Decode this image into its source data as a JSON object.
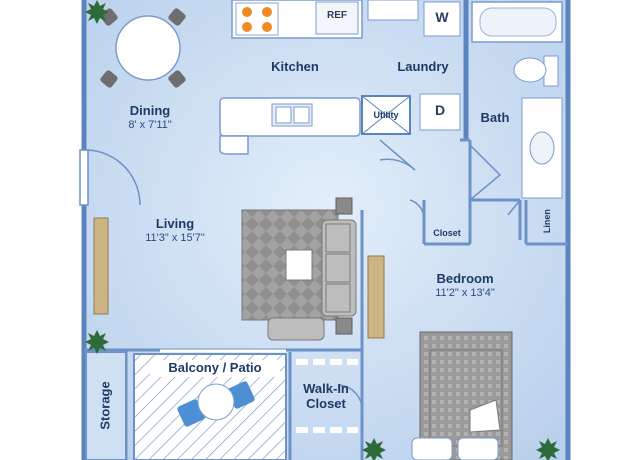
{
  "rooms": {
    "dining": {
      "name": "Dining",
      "dims": "8' x 7'11\""
    },
    "kitchen": {
      "name": "Kitchen"
    },
    "laundry": {
      "name": "Laundry"
    },
    "bath": {
      "name": "Bath"
    },
    "living": {
      "name": "Living",
      "dims": "11'3\" x 15'7\""
    },
    "bedroom": {
      "name": "Bedroom",
      "dims": "11'2\" x 13'4\""
    },
    "balcony": {
      "name": "Balcony / Patio"
    },
    "walkin": {
      "name": "Walk-In\nCloset"
    },
    "storage": {
      "name": "Storage"
    },
    "utility": {
      "name": "Utility"
    },
    "closet": {
      "name": "Closet"
    },
    "linen": {
      "name": "Linen"
    }
  },
  "appliances": {
    "ref": "REF",
    "washer": "W",
    "dryer": "D"
  },
  "colors": {
    "floor": "#cfe0f3",
    "wall": "#5b84be",
    "furniture": "#ffffff",
    "sofa": "#a8a8a8",
    "burner": "#f08a24",
    "wood": "#cdb483"
  },
  "icons": [
    "plant-icon",
    "table-icon",
    "sofa-icon",
    "bed-icon",
    "toilet-icon",
    "tub-icon",
    "sink-icon",
    "stove-icon"
  ]
}
